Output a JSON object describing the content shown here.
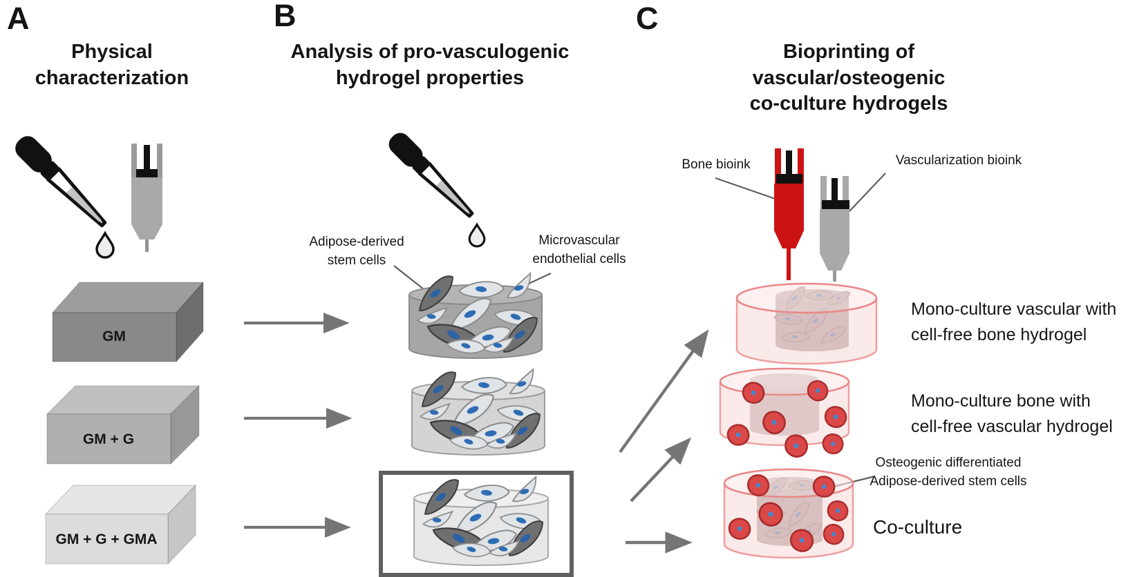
{
  "panel_a": {
    "label": "A",
    "title": "Physical\ncharacterization",
    "blocks": [
      {
        "label": "GM"
      },
      {
        "label": "GM + G"
      },
      {
        "label": "GM + G + GMA"
      }
    ]
  },
  "panel_b": {
    "label": "B",
    "title": "Analysis of pro-vasculogenic\nhydrogel properties",
    "annotations": {
      "adipose": "Adipose-derived\nstem cells",
      "microvascular": "Microvascular\nendothelial cells"
    }
  },
  "panel_c": {
    "label": "C",
    "title": "Bioprinting of vascular/osteogenic\nco-culture hydrogels",
    "annotations": {
      "bone_bioink": "Bone bioink",
      "vascularization_bioink": "Vascularization bioink",
      "osteogenic": "Osteogenic differentiated\nAdipose-derived stem cells"
    },
    "conditions": [
      {
        "label": "Mono-culture vascular with\ncell-free bone hydrogel"
      },
      {
        "label": "Mono-culture bone with\ncell-free vascular hydrogel"
      },
      {
        "label": "Co-culture"
      }
    ]
  },
  "colors": {
    "bone_bioink_red": "#cc1313",
    "vascular_gray": "#a9a9a9",
    "hydrogel_pink": "#f8dada",
    "pink_outline": "#ef9e9e",
    "nucleus_blue": "#2e6db4",
    "osteogenic_cell_red": "#da4848",
    "arrow_gray": "#757575"
  }
}
